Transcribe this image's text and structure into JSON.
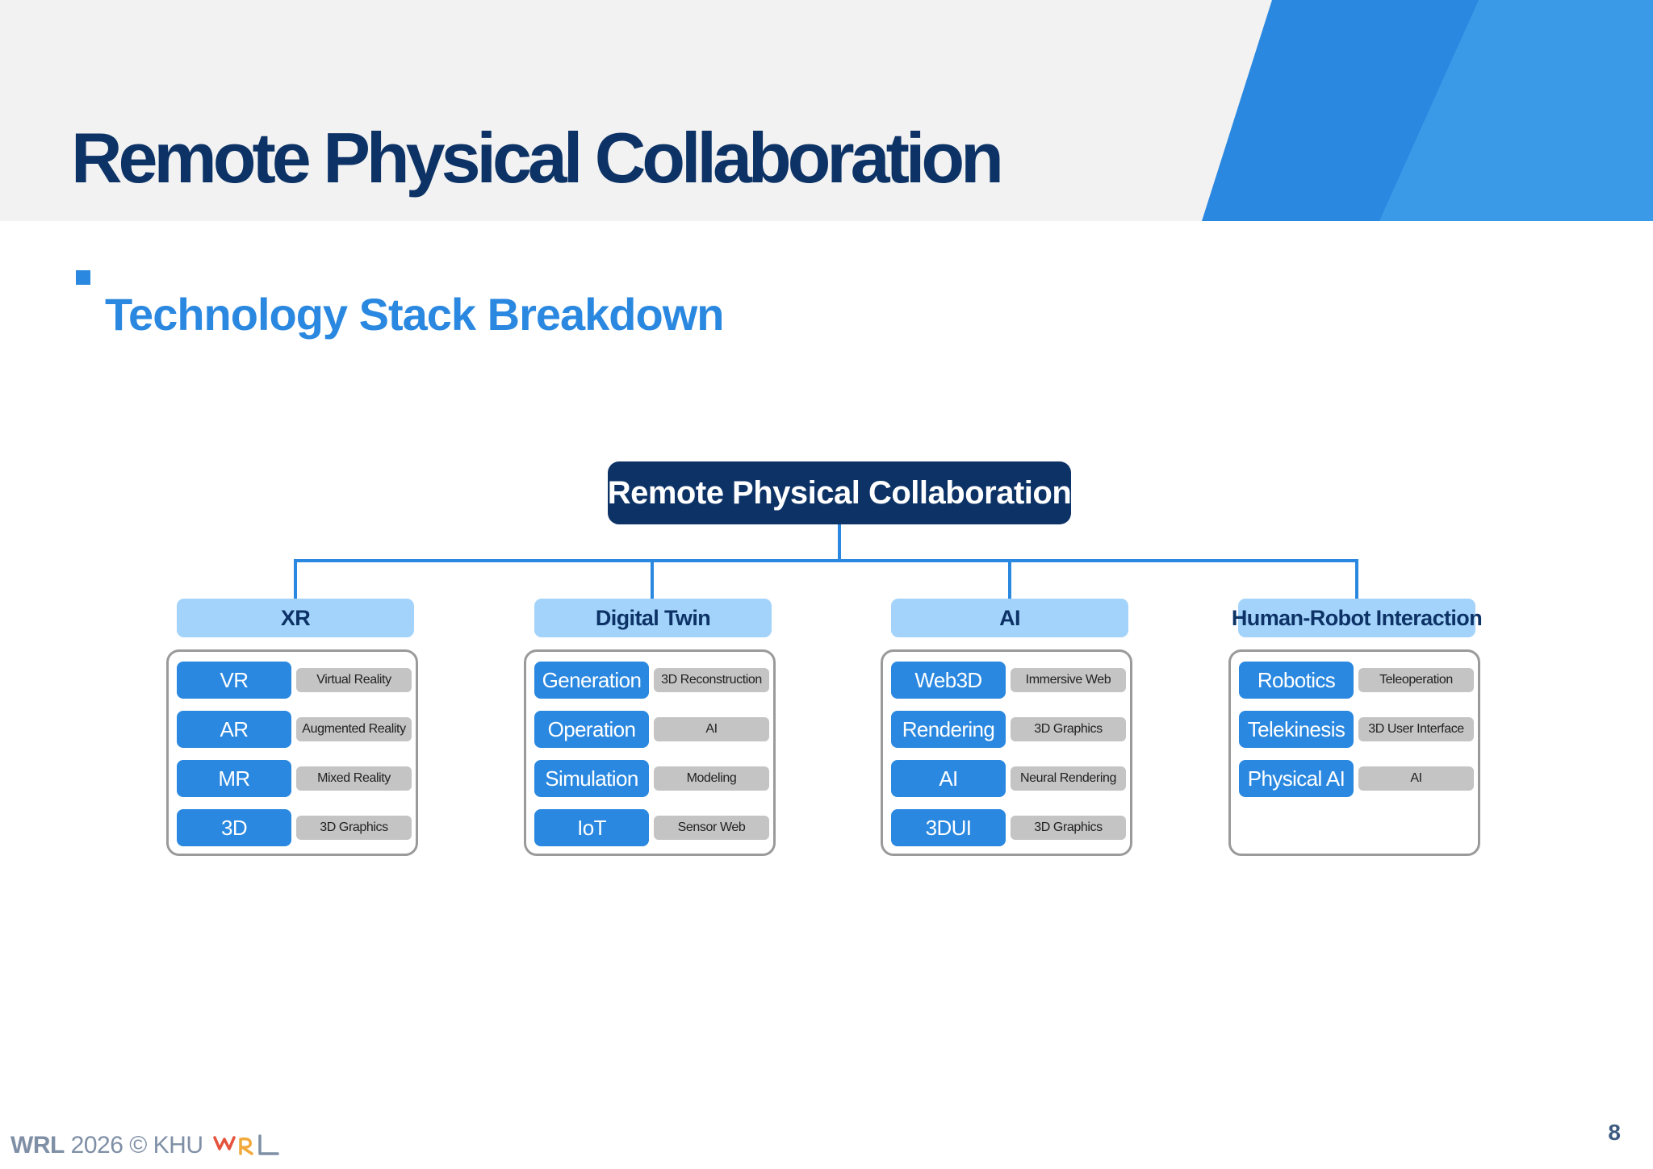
{
  "header": {
    "title": "Remote Physical Collaboration"
  },
  "section": {
    "heading": "Technology Stack Breakdown"
  },
  "diagram": {
    "root": "Remote Physical Collaboration",
    "categories": [
      {
        "label": "XR",
        "items": [
          {
            "primary": "VR",
            "secondary": "Virtual Reality"
          },
          {
            "primary": "AR",
            "secondary": "Augmented Reality"
          },
          {
            "primary": "MR",
            "secondary": "Mixed Reality"
          },
          {
            "primary": "3D",
            "secondary": "3D Graphics"
          }
        ]
      },
      {
        "label": "Digital Twin",
        "items": [
          {
            "primary": "Generation",
            "secondary": "3D Reconstruction"
          },
          {
            "primary": "Operation",
            "secondary": "AI"
          },
          {
            "primary": "Simulation",
            "secondary": "Modeling"
          },
          {
            "primary": "IoT",
            "secondary": "Sensor Web"
          }
        ]
      },
      {
        "label": "AI",
        "items": [
          {
            "primary": "Web3D",
            "secondary": "Immersive Web"
          },
          {
            "primary": "Rendering",
            "secondary": "3D Graphics"
          },
          {
            "primary": "AI",
            "secondary": "Neural Rendering"
          },
          {
            "primary": "3DUI",
            "secondary": "3D Graphics"
          }
        ]
      },
      {
        "label": "Human-Robot Interaction",
        "items": [
          {
            "primary": "Robotics",
            "secondary": "Teleoperation"
          },
          {
            "primary": "Telekinesis",
            "secondary": "3D User Interface"
          },
          {
            "primary": "Physical AI",
            "secondary": "AI"
          }
        ]
      }
    ]
  },
  "footer": {
    "brand": "WRL",
    "copyright": " 2026 © KHU",
    "logo_letters": "WRL",
    "page_number": "8"
  },
  "colors": {
    "title_navy": "#0d3366",
    "accent_blue": "#2a88e0",
    "light_blue": "#a3d3fb",
    "pill_gray": "#c4c4c4",
    "box_border": "#9a9a9a"
  }
}
